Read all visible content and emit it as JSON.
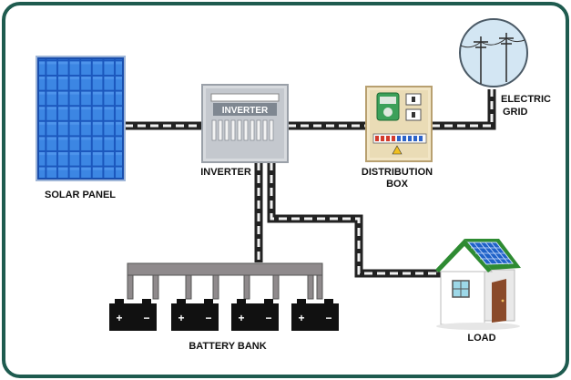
{
  "colors": {
    "frame": "#1e5b4f",
    "wire_dark": "#222222",
    "wire_light": "#f2f2f2",
    "panel_blue": "#1f5fc7",
    "panel_cell": "#2f7de0",
    "inverter_body": "#d9dbe0",
    "dist_box": "#f4ead0",
    "battery": "#111111",
    "house_wall": "#ffffff",
    "house_roof_green": "#2a8a2f",
    "door": "#8a4a2a",
    "grid_circle": "#cfe3f2"
  },
  "icons": [
    "solar-panel-icon",
    "inverter-icon",
    "distribution-box-icon",
    "utility-pole-icon",
    "battery-icon",
    "house-icon"
  ],
  "labels": {
    "solar_panel": "SOLAR PANEL",
    "inverter": "INVERTER",
    "inverter_device_text": "INVERTER",
    "distribution_line1": "DISTRIBUTION",
    "distribution_line2": "BOX",
    "grid_line1": "ELECTRIC",
    "grid_line2": "GRID",
    "battery_bank": "BATTERY BANK",
    "load": "LOAD"
  },
  "battery_terminals": {
    "plus": "+",
    "minus": "−"
  }
}
